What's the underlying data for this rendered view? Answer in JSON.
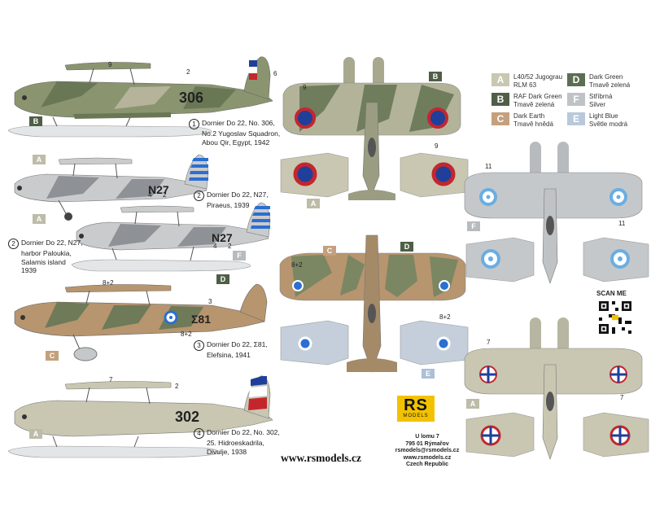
{
  "captions": [
    {
      "num": "1",
      "lines": [
        "Dornier Do 22, No. 306,",
        "No.2 Yugoslav Squadron,",
        "Abou Qir, Egypt, 1942"
      ]
    },
    {
      "num": "2",
      "lines": [
        "Dornier Do 22, N27,",
        "Piraeus, 1939"
      ]
    },
    {
      "num": "2",
      "lines": [
        "Dornier Do 22, N27,",
        "harbor Paloukia,",
        "Salamis island",
        "1939"
      ]
    },
    {
      "num": "3",
      "lines": [
        "Dornier Do 22, Σ81,",
        "Elefsina, 1941"
      ]
    },
    {
      "num": "4",
      "lines": [
        "Dornier Do 22, No. 302,",
        "25. Hidroeskadrila,",
        "Divulje, 1938"
      ]
    }
  ],
  "aircraft_codes": {
    "a1": "306",
    "a2": "N27",
    "a3": "N27",
    "a4": "Σ81",
    "a5": "302"
  },
  "callouts": {
    "n9": "9",
    "n2": "2",
    "n6": "6",
    "n4": "4",
    "n3": "3",
    "n8_2": "8+2",
    "n7": "7",
    "n11": "11"
  },
  "badges": {
    "A": "A",
    "B": "B",
    "C": "C",
    "D": "D",
    "E": "E",
    "F": "F"
  },
  "legend": [
    {
      "code": "A",
      "color": "#c9c7b1",
      "lines": [
        "L40/52 Jugograu",
        "RLM 63"
      ]
    },
    {
      "code": "D",
      "color": "#5c6e52",
      "lines": [
        "Dark Green",
        "Tmavě zelená"
      ]
    },
    {
      "code": "B",
      "color": "#4f5e45",
      "lines": [
        "RAF Dark Green",
        "Tmavě zelená"
      ]
    },
    {
      "code": "F",
      "color": "#bfc3c6",
      "lines": [
        "Stříbrná",
        "Silver"
      ]
    },
    {
      "code": "C",
      "color": "#c4a07c",
      "lines": [
        "Dark Earth",
        "Tmavě hnědá"
      ]
    },
    {
      "code": "E",
      "color": "#b9c8dc",
      "lines": [
        "Light Blue",
        "Světle modrá"
      ]
    }
  ],
  "colors": {
    "green": "#6f7d5d",
    "beige": "#c9c7b1",
    "earth": "#b7956f",
    "silver": "#c5c8ca",
    "lightblue": "#bfcbd8"
  },
  "logo": {
    "main": "RS",
    "sub": "MODELS"
  },
  "scan_label": "SCAN ME",
  "address": [
    "U lomu 7",
    "795 01 Rýmařov",
    "rsmodels@rsmodels.cz",
    "www.rsmodels.cz",
    "Czech Republic"
  ],
  "website": "www.rsmodels.cz"
}
